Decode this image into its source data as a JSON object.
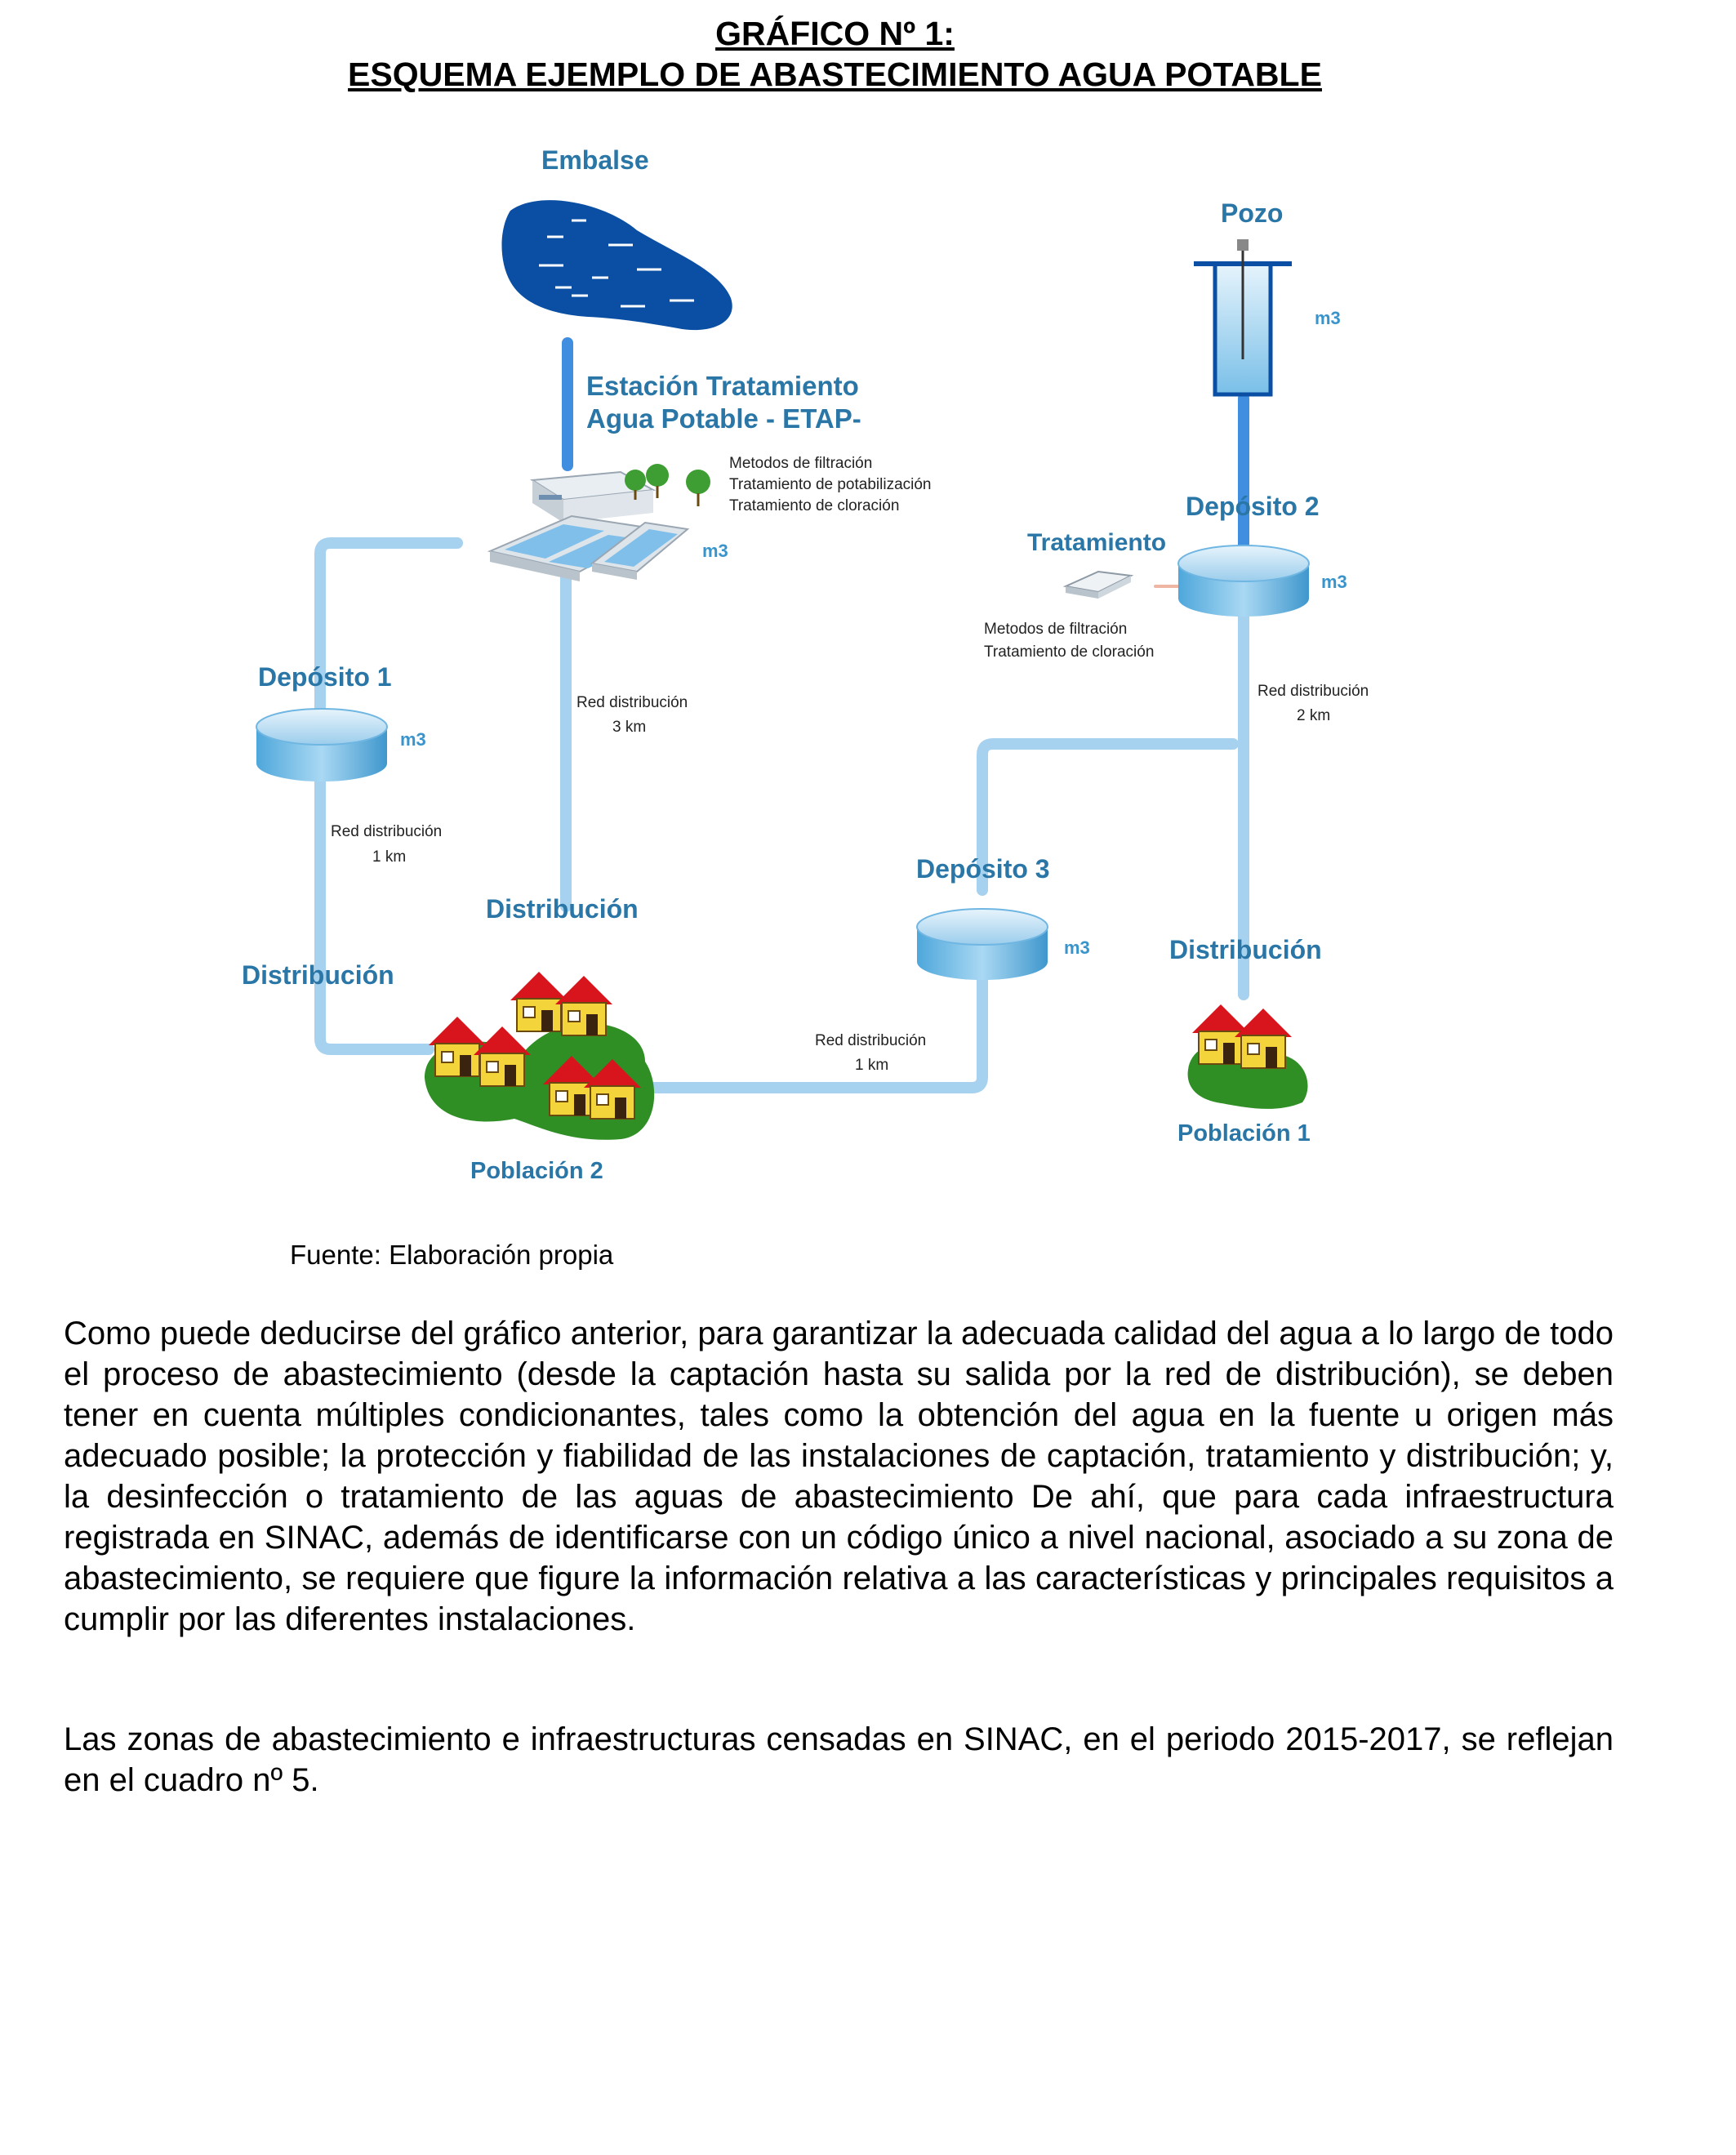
{
  "heading": {
    "line1": "GRÁFICO Nº 1:",
    "line2": "ESQUEMA EJEMPLO DE ABASTECIMIENTO AGUA POTABLE"
  },
  "diagram": {
    "embalse": "Embalse",
    "pozo": "Pozo",
    "etap_line1": "Estación Tratamiento",
    "etap_line2": "Agua Potable - ETAP-",
    "etap_methods": [
      "Metodos de filtración",
      "Tratamiento de potabilización",
      "Tratamiento de cloración"
    ],
    "tratamiento": "Tratamiento",
    "tratamiento_methods": [
      "Metodos de filtración",
      "Tratamiento de cloración"
    ],
    "deposito1": "Depósito 1",
    "deposito2": "Depósito 2",
    "deposito3": "Depósito 3",
    "m3": "m3",
    "red_label": "Red distribución",
    "red_3km": "3 km",
    "red_2km": "2 km",
    "red_1km": "1 km",
    "distribucion": "Distribución",
    "poblacion1": "Población 1",
    "poblacion2": "Población 2",
    "colors": {
      "label": "#2a76a6",
      "pipe": "#a6d1ef",
      "water_dark": "#0a4fa3",
      "roof": "#d8141c",
      "house": "#f3d43b",
      "ground": "#2f8f25"
    }
  },
  "source": "Fuente: Elaboración propia",
  "paragraph1": "Como puede deducirse del gráfico anterior, para garantizar la adecuada calidad del agua a lo largo de todo el proceso de abastecimiento (desde la captación hasta su salida por la red de distribución), se deben tener en cuenta múltiples condicionantes, tales como la obtención del agua en la fuente u origen más adecuado posible; la protección y fiabilidad de las instalaciones de captación, tratamiento y distribución; y, la desinfección o tratamiento de las aguas de abastecimiento De ahí, que para cada infraestructura registrada en SINAC, además de identificarse con un código único a nivel nacional, asociado a su zona de abastecimiento, se requiere que figure la información relativa a las características y principales requisitos a cumplir por las diferentes instalaciones.",
  "paragraph2": "Las zonas de abastecimiento e infraestructuras censadas en SINAC, en el periodo 2015-2017, se reflejan en el cuadro nº 5."
}
